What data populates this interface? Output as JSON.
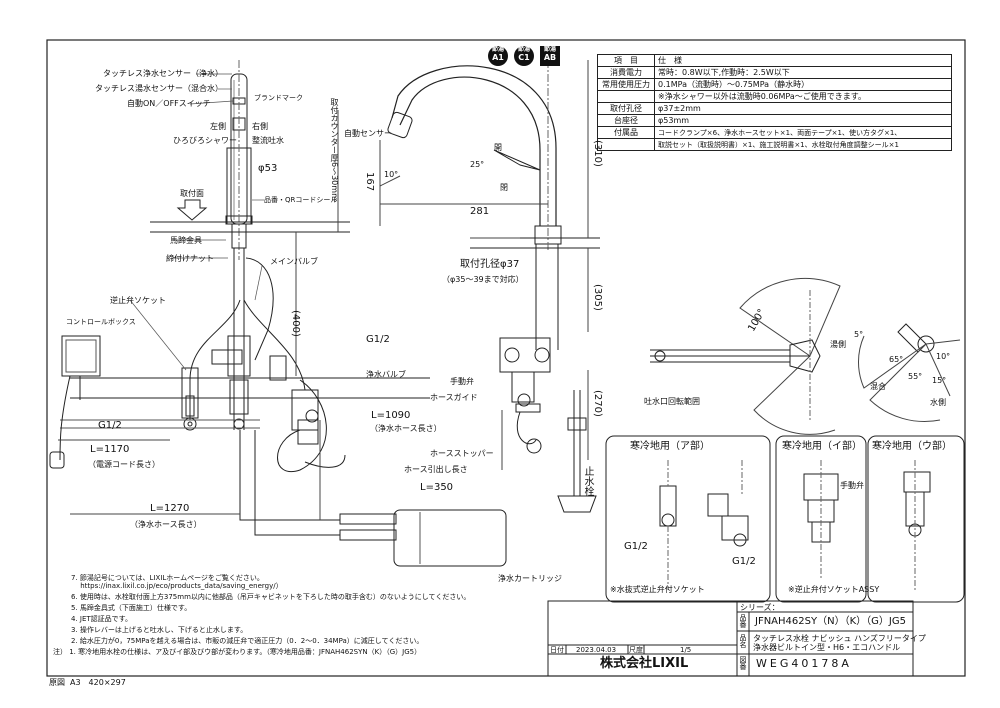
{
  "badges": [
    {
      "top": "節湯",
      "bottom": "A1",
      "shape": "round"
    },
    {
      "top": "節湯",
      "bottom": "C1",
      "shape": "round"
    },
    {
      "top": "節湯",
      "bottom": "AB",
      "shape": "square"
    }
  ],
  "spec_table": {
    "header": [
      "項　目",
      "仕　様"
    ],
    "rows": [
      {
        "key": "消費電力",
        "value": "常時：0.8W以下,作動時：2.5W以下"
      },
      {
        "key": "常用使用圧力",
        "value": "0.1MPa（流動時）～0.75MPa（静水時）"
      },
      {
        "key": "",
        "value": "※浄水シャワー以外は流動時0.06MPa～ご使用できます。"
      },
      {
        "key": "取付孔径",
        "value": "φ37±2mm"
      },
      {
        "key": "台座径",
        "value": "φ53mm"
      },
      {
        "key": "付属品",
        "value": "コードクランプ×6、浄水ホースセット×1、両面テープ×1、使い方タグ×1、"
      },
      {
        "key": "",
        "value": "取説セット（取扱説明書）×1、施工説明書×1、水栓取付角度調整シール×1"
      }
    ]
  },
  "left_labels": {
    "touchless_pure": "タッチレス浄水センサー（浄水）",
    "touchless_mixed": "タッチレス湯水センサー（混合水）",
    "auto_switch": "自動ON／OFFスイッチ",
    "brand_mark": "ブランドマーク",
    "left_side": "左側",
    "right_side": "右側",
    "hirobiro_shower": "ひろびろシャワー",
    "seiryu_tosui": "整流吐水",
    "phi53": "φ53",
    "part_number_label": "品番・QRコードシール",
    "counter_thickness": "取付カウンター厚6～30mm",
    "mounting_surface": "取付面",
    "saddle": "馬蹄金具",
    "tightening_nut": "締付けナット",
    "main_valve": "メインバルブ",
    "check_valve_socket": "逆止弁ソケット",
    "control_box": "コントロールボックス",
    "dim_400": "(400)",
    "g12_a": "G1/2",
    "g12_b": "G1/2",
    "pure_valve": "浄水バルブ",
    "l1090": "L=1090",
    "pure_hose_len_a": "（浄水ホース長さ）",
    "l1170": "L=1170",
    "power_cord_len": "（電源コード長さ）",
    "l1270": "L=1270",
    "pure_hose_len_b": "（浄水ホース長さ）",
    "cartridge": "浄水カートリッジ"
  },
  "center_labels": {
    "sensor": "自動センサー",
    "dim_167": "167",
    "angle_10": "10°",
    "angle_25": "25°",
    "open": "開",
    "close": "閉",
    "dim_281": "281",
    "dim_310": "(310)",
    "hole_dia": "取付孔径φ37",
    "hole_range": "（φ35～39まで対応）",
    "dim_305": "(305)",
    "manual_valve": "手動弁",
    "hose_guide": "ホースガイド",
    "dim_270": "(270)",
    "hose_stopper": "ホースストッパー",
    "hose_pull": "ホース引出し長さ",
    "l350": "L=350",
    "stop_valve": "止水栓"
  },
  "rotation": {
    "angle_100": "100°",
    "spout_range": "吐水口回転範囲",
    "a5": "5°",
    "a65": "65°",
    "a10": "10°",
    "a55": "55°",
    "a15": "15°",
    "hot": "湯側",
    "mixed": "混合",
    "cold": "水側"
  },
  "cold_region": {
    "a_title": "寒冷地用（ア部）",
    "i_title": "寒冷地用（イ部）",
    "u_title": "寒冷地用（ウ部）",
    "g12_a": "G1/2",
    "g12_b": "G1/2",
    "manual_valve": "手動弁",
    "note_a": "※水抜式逆止弁付ソケット",
    "note_u": "※逆止弁付ソケットASSY"
  },
  "notes": [
    "7. 節湯記号については、LIXILホームページをご覧ください。",
    "　 https://inax.lixil.co.jp/eco/products_data/saving_energy/）",
    "6. 使用時は、水栓取付面上方375mm以内に他部品（吊戸キャビネットを下ろした時の取手含む）のないようにしてください。",
    "5. 馬蹄金具式（下面施工）仕様です。",
    "4. JET認証品です。",
    "3. 操作レバーは上げると吐水し、下げると止水します。",
    "2. 給水圧力が0，75MPaを越える場合は、市販の減圧弁で適正圧力（0．2～0．34MPa）に減圧してください。",
    "注） 1. 寒冷地用水栓の仕様は、ア及びイ部及びウ部が変わります。（寒冷地用品番：JFNAH462SYN（K）（G）JG5）"
  ],
  "footer": {
    "original": "原図",
    "size": "A3　420×297"
  },
  "title_block": {
    "series_label": "シリーズ：",
    "date_label": "日付",
    "date": "2023.04.03",
    "scale_label": "尺度",
    "scale": "1/5",
    "company": "株式会社LIXIL",
    "hinban_label": "品番",
    "hinban": "JFNAH462SY（N）（K）（G）JG5",
    "hinmei_label": "品名",
    "hinmei_line1": "タッチレス水栓 ナビッシュ ハンズフリータイプ",
    "hinmei_line2": "浄水器ビルトイン型・H6・エコハンドル",
    "zuban_label": "図番",
    "zuban": "WEG40178A"
  }
}
